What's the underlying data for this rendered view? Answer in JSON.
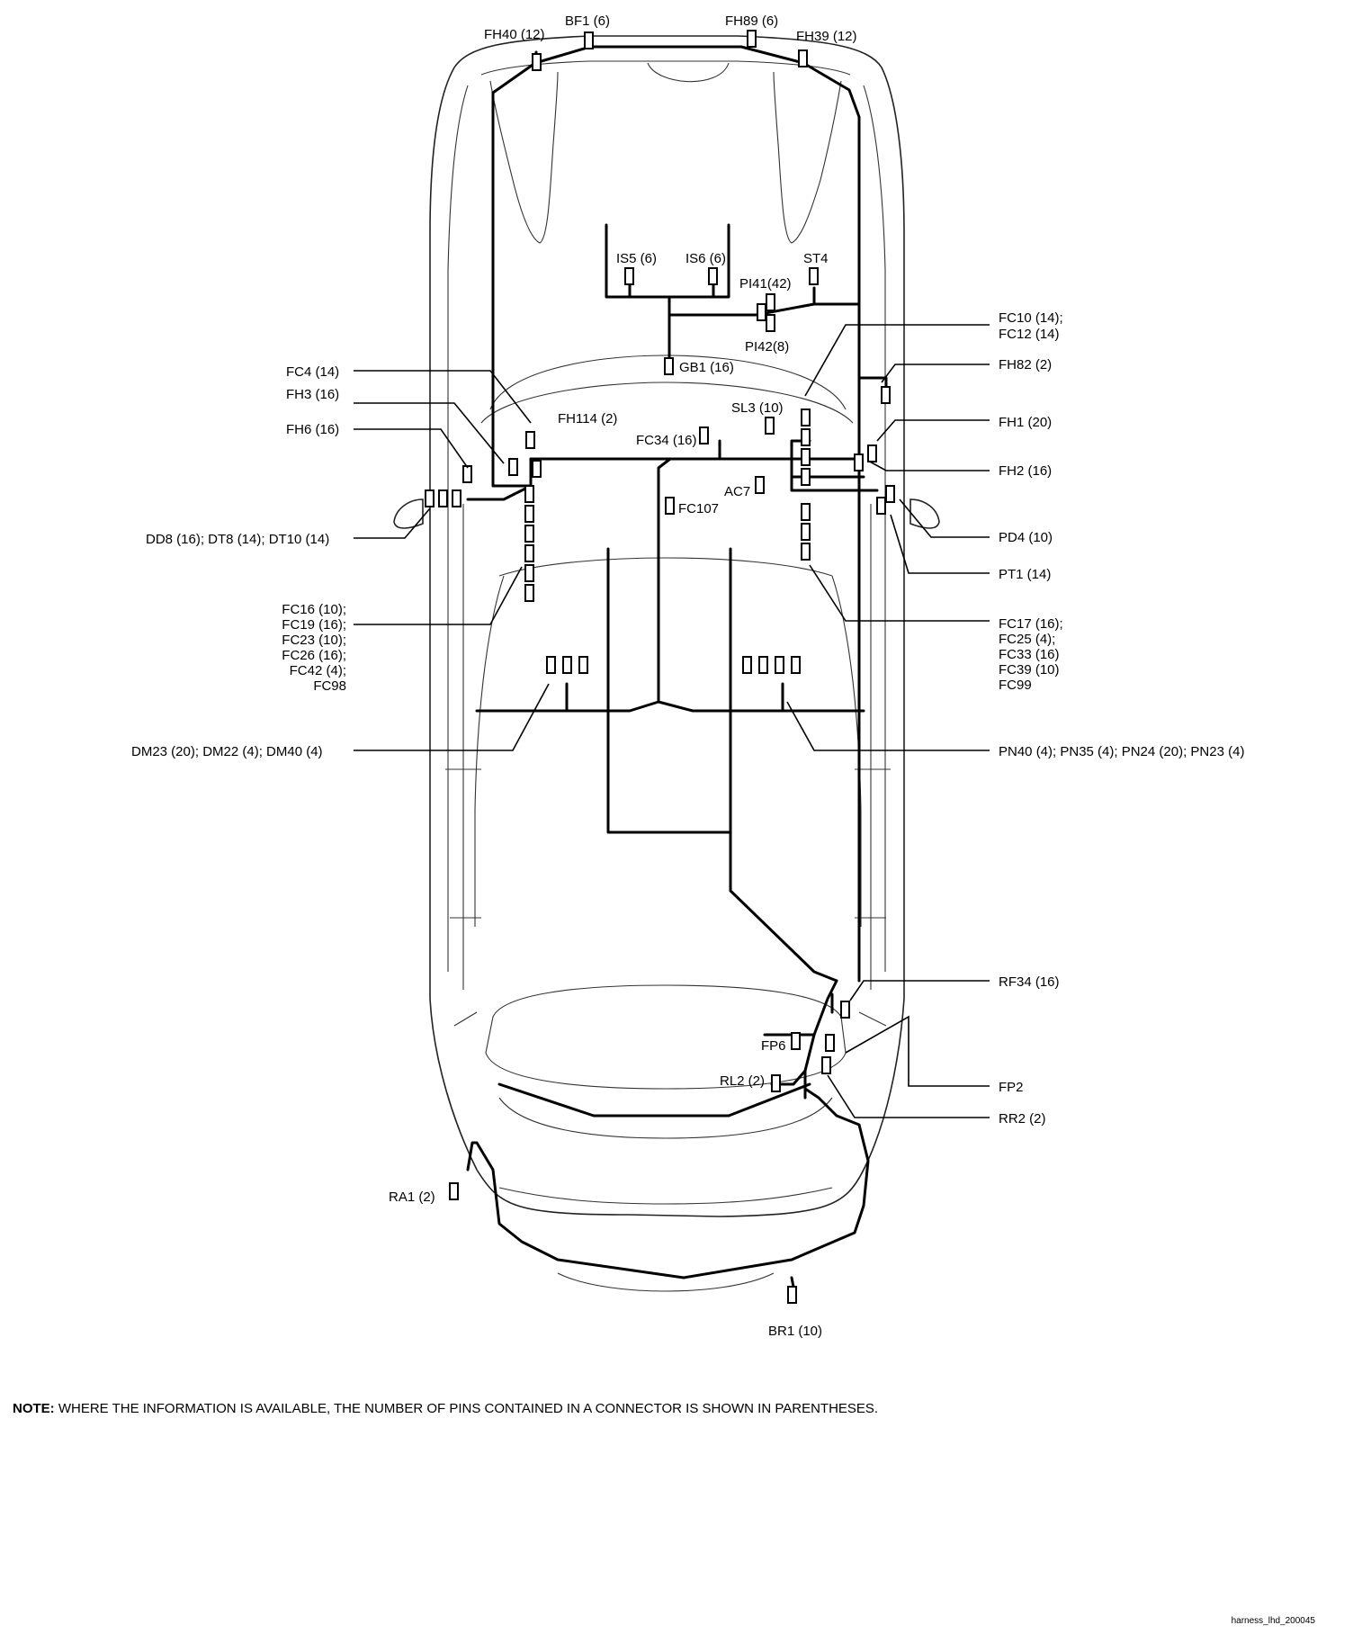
{
  "labels": {
    "fh40": "FH40 (12)",
    "bf1": "BF1 (6)",
    "fh89": "FH89 (6)",
    "fh39": "FH39 (12)",
    "is5": "IS5 (6)",
    "is6": "IS6 (6)",
    "st4": "ST4",
    "pi41": "PI41(42)",
    "pi42": "PI42(8)",
    "fc10": "FC10 (14);",
    "fc12": "FC12 (14)",
    "gb1": "GB1 (16)",
    "fh82": "FH82 (2)",
    "fc4": "FC4 (14)",
    "fh3": "FH3 (16)",
    "sl3": "SL3 (10)",
    "fh114": "FH114 (2)",
    "fh6": "FH6 (16)",
    "fh1": "FH1 (20)",
    "fc34": "FC34 (16)",
    "fh2": "FH2 (16)",
    "ac7": "AC7",
    "fc107": "FC107",
    "dd8": "DD8 (16); DT8 (14); DT10 (14)",
    "pd4": "PD4 (10)",
    "pt1": "PT1 (14)",
    "fc16": "FC16 (10);",
    "fc19": "FC19 (16);",
    "fc23": "FC23 (10);",
    "fc26": "FC26 (16);",
    "fc42": "FC42 (4);",
    "fc98": "FC98",
    "fc17": "FC17 (16);",
    "fc25": "FC25 (4);",
    "fc33": "FC33 (16)",
    "fc39": "FC39 (10)",
    "fc99": "FC99",
    "dm": "DM23 (20); DM22 (4); DM40 (4)",
    "pn": "PN40 (4); PN35 (4); PN24 (20); PN23 (4)",
    "rf34": "RF34 (16)",
    "fp6": "FP6",
    "rl2": "RL2 (2)",
    "fp2": "FP2",
    "rr2": "RR2 (2)",
    "ra1": "RA1 (2)",
    "br1": "BR1 (10)"
  },
  "note": {
    "prefix": "NOTE:",
    "text": " WHERE THE INFORMATION IS AVAILABLE, THE NUMBER OF PINS CONTAINED IN A CONNECTOR IS SHOWN IN PARENTHESES."
  },
  "image_id": "harness_lhd_200045"
}
